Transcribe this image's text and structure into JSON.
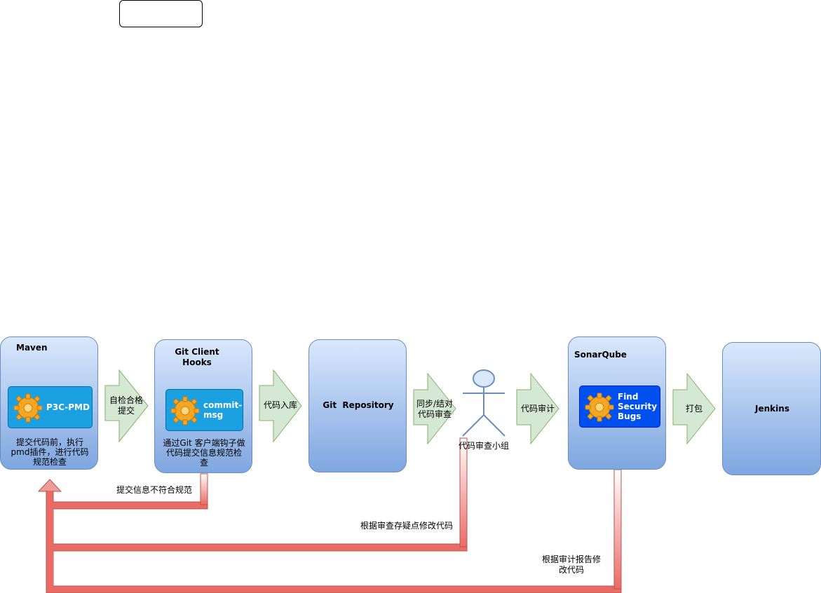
{
  "stages": {
    "maven": {
      "title": "Maven",
      "desc_line1": "提交代码前，执行",
      "desc_line2": "pmd插件，进行代码",
      "desc_line3": "规范检查"
    },
    "git_hooks": {
      "title_line1": "Git Client",
      "title_line2": "Hooks",
      "desc_line1": "通过Git 客户端钩子做",
      "desc_line2": "代码提交信息规范检",
      "desc_line3": "查"
    },
    "git_repo": {
      "title": "Git  Repository"
    },
    "sonarqube": {
      "title": "SonarQube"
    },
    "jenkins": {
      "title": "Jenkins"
    }
  },
  "tools": {
    "p3c": {
      "label": "P3C-PMD",
      "icon": "gear-icon"
    },
    "commit_msg": {
      "label_line1": "commit-",
      "label_line2": "msg",
      "icon": "gear-icon"
    },
    "find_bugs": {
      "label_line1": "Find",
      "label_line2": "Security",
      "label_line3": "Bugs",
      "icon": "gear-icon"
    }
  },
  "arrows": {
    "a1": {
      "line1": "自检合格",
      "line2": "提交"
    },
    "a2": {
      "line1": "代码入库"
    },
    "a3": {
      "line1": "同步/结对",
      "line2": "代码审查"
    },
    "a4": {
      "line1": "代码审计"
    },
    "a5": {
      "line1": "打包"
    }
  },
  "actor": {
    "label": "代码审查小组",
    "icon": "stick-figure-icon"
  },
  "feedback": {
    "f1": "提交信息不符合规范",
    "f2": "根据审查存疑点修改代码",
    "f3_line1": "根据审计报告修",
    "f3_line2": "改代码"
  },
  "colors": {
    "stage_fill_top": "#dae8fc",
    "stage_fill_bottom": "#7ea6e0",
    "stage_border": "#6c8ebf",
    "arrow_fill": "#d5e8d4",
    "arrow_border": "#82b366",
    "feedback_fill": "#ea6b66",
    "feedback_border": "#b85450",
    "tool_blue": "#1ba1e2",
    "tool_dark_blue": "#0050ef"
  }
}
